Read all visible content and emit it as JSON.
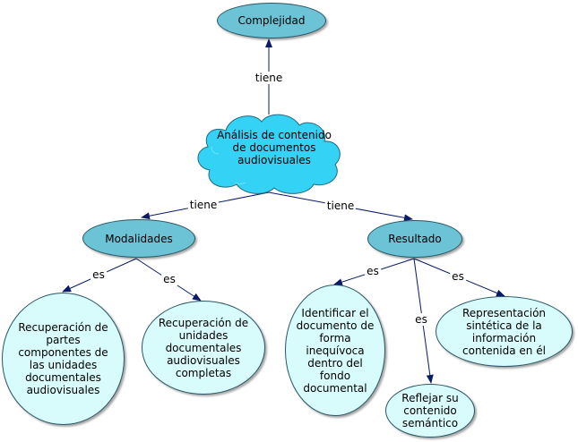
{
  "nodes": {
    "complejidad": "Complejidad",
    "analisis": "Análisis de contenido de documentos audiovisuales",
    "modalidades": "Modalidades",
    "resultado": "Resultado",
    "rec_partes": "Recuperación de partes componentes de las unidades documentales audiovisuales",
    "rec_completas": "Recuperación de unidades documentales audiovisuales completas",
    "identificar": "Identificar el documento de forma inequívoca dentro del fondo documental",
    "reflejar": "Reflejar su contenido semántico",
    "representacion": "Representación sintética de la información contenida en él"
  },
  "links": {
    "tiene_complejidad": "tiene",
    "tiene_modalidades": "tiene",
    "tiene_resultado": "tiene",
    "es_partes": "es",
    "es_completas": "es",
    "es_identificar": "es",
    "es_reflejar": "es",
    "es_representacion": "es"
  },
  "colors": {
    "dark_node": "#6cc3d6",
    "light_node": "#d8fbfc",
    "cloud": "#34d2f4",
    "line": "#0a1a6a"
  }
}
